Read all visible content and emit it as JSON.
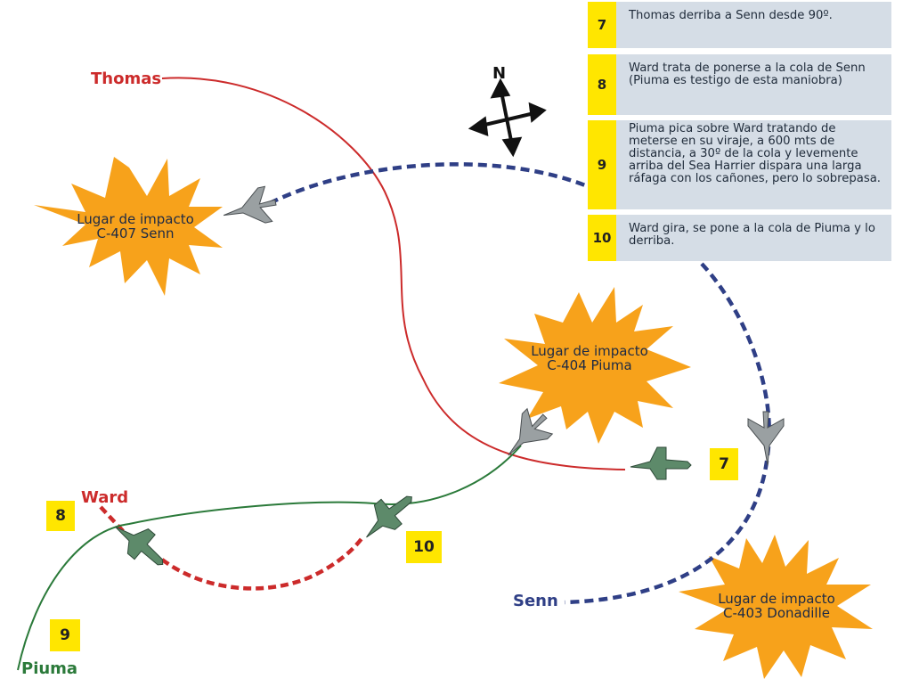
{
  "legend": [
    {
      "num": "7",
      "text": "Thomas derriba a Senn desde 90º."
    },
    {
      "num": "8",
      "text": "Ward trata de ponerse a la cola de Senn (Piuma es testigo de esta maniobra)"
    },
    {
      "num": "9",
      "text": "Piuma pica sobre Ward tratando de meterse en su viraje, a 600 mts de distancia, a 30º de la cola y levemente arriba del Sea Harrier dispara una larga ráfaga con los cañones, pero lo sobrepasa."
    },
    {
      "num": "10",
      "text": "Ward gira, se pone a la cola de Piuma y lo derriba."
    }
  ],
  "compass": {
    "north": "N"
  },
  "pilots": {
    "thomas": "Thomas",
    "ward": "Ward",
    "senn": "Senn",
    "piuma": "Piuma"
  },
  "markers": {
    "m7": "7",
    "m8": "8",
    "m9": "9",
    "m10": "10"
  },
  "impacts": {
    "senn": {
      "line1": "Lugar de impacto",
      "line2": "C-407 Senn"
    },
    "piuma": {
      "line1": "Lugar de impacto",
      "line2": "C-404 Piuma"
    },
    "donadille": {
      "line1": "Lugar de impacto",
      "line2": "C-403 Donadille"
    }
  },
  "colors": {
    "thomas": "#cc2b2b",
    "ward": "#cc2b2b",
    "senn": "#2f3f86",
    "piuma": "#2b7a3a",
    "impact": "#f7a21b",
    "marker": "#ffe600",
    "legend_bg": "#d5dde6"
  }
}
